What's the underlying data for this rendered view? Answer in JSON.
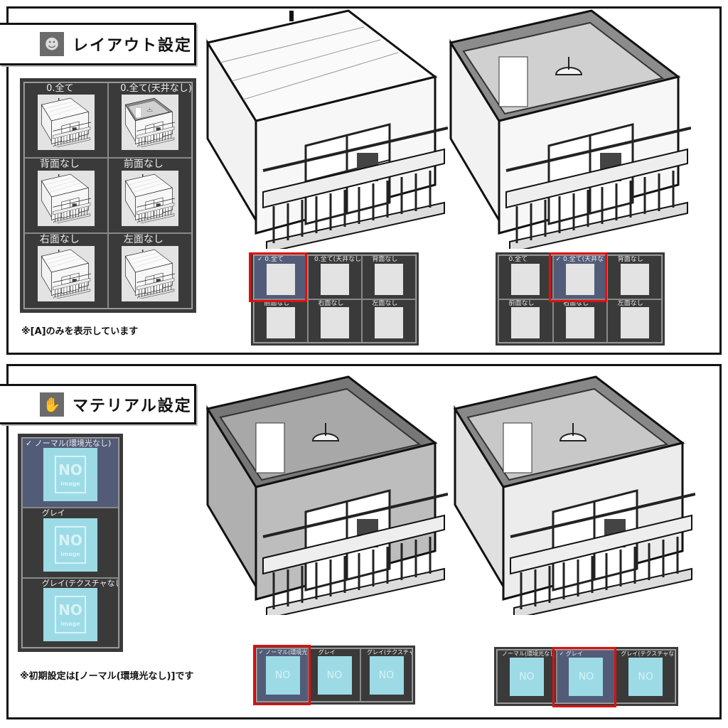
{
  "layout_section": {
    "title": "レイアウト設定",
    "icon": "layout-figure-icon",
    "options": [
      "0.全て",
      "0.全て(天井なし)",
      "背面なし",
      "前面なし",
      "右面なし",
      "左面なし"
    ],
    "note": "※[A]のみを表示しています",
    "example1_selected": "✓ 0.全て",
    "example2_selected": "✓ 0.全て(天井なし)"
  },
  "material_section": {
    "title": "マテリアル設定",
    "icon": "material-hand-icon",
    "options": [
      "ノーマル(環境光なし)",
      "グレイ",
      "グレイ(テクスチャなし)"
    ],
    "selected_prefix": "✓ ",
    "no_image": {
      "big": "NO",
      "small": "image"
    },
    "note": "※初期設定は[ノーマル(環境光なし)]です"
  },
  "colors": {
    "highlight": "#e01010",
    "panel": "#3a3a3a",
    "selected": "#525c78",
    "no_image": "#9cdbe6"
  }
}
